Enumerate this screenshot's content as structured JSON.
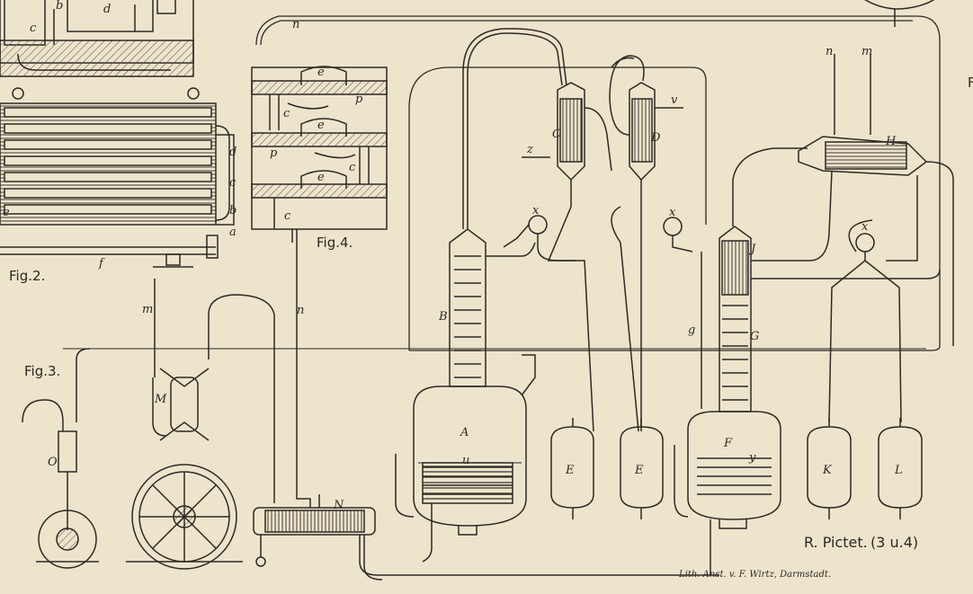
{
  "plate": {
    "fig_labels": {
      "fig2": "Fig.2.",
      "fig3": "Fig.3.",
      "fig4": "Fig.4."
    },
    "author": "R. Pictet.",
    "plate_no": "(3 u.4)",
    "credit": "Lith. Anst. v. F. Wirtz, Darmstadt.",
    "edge_letter": "F"
  },
  "vessel_labels": {
    "A": "A",
    "B": "B",
    "C": "C",
    "D": "D",
    "E1": "E",
    "E2": "E",
    "F": "F",
    "G": "G",
    "H": "H",
    "J": "J",
    "K": "K",
    "L": "L",
    "M": "M",
    "N": "N",
    "O": "O"
  },
  "pipe_labels": {
    "n": "n",
    "m": "m",
    "v": "v",
    "z": "z",
    "x": "x",
    "g": "g",
    "u": "u",
    "y": "y"
  },
  "fig2_labels": {
    "b": "b",
    "d": "d",
    "c": "c",
    "a": "a",
    "e": "e",
    "f": "f"
  },
  "fig4_labels": {
    "e": "e",
    "p": "p",
    "c": "c"
  },
  "colors": {
    "paper": "#ede4cc",
    "ink": "#2d2923",
    "hatch": "#6b6152"
  }
}
